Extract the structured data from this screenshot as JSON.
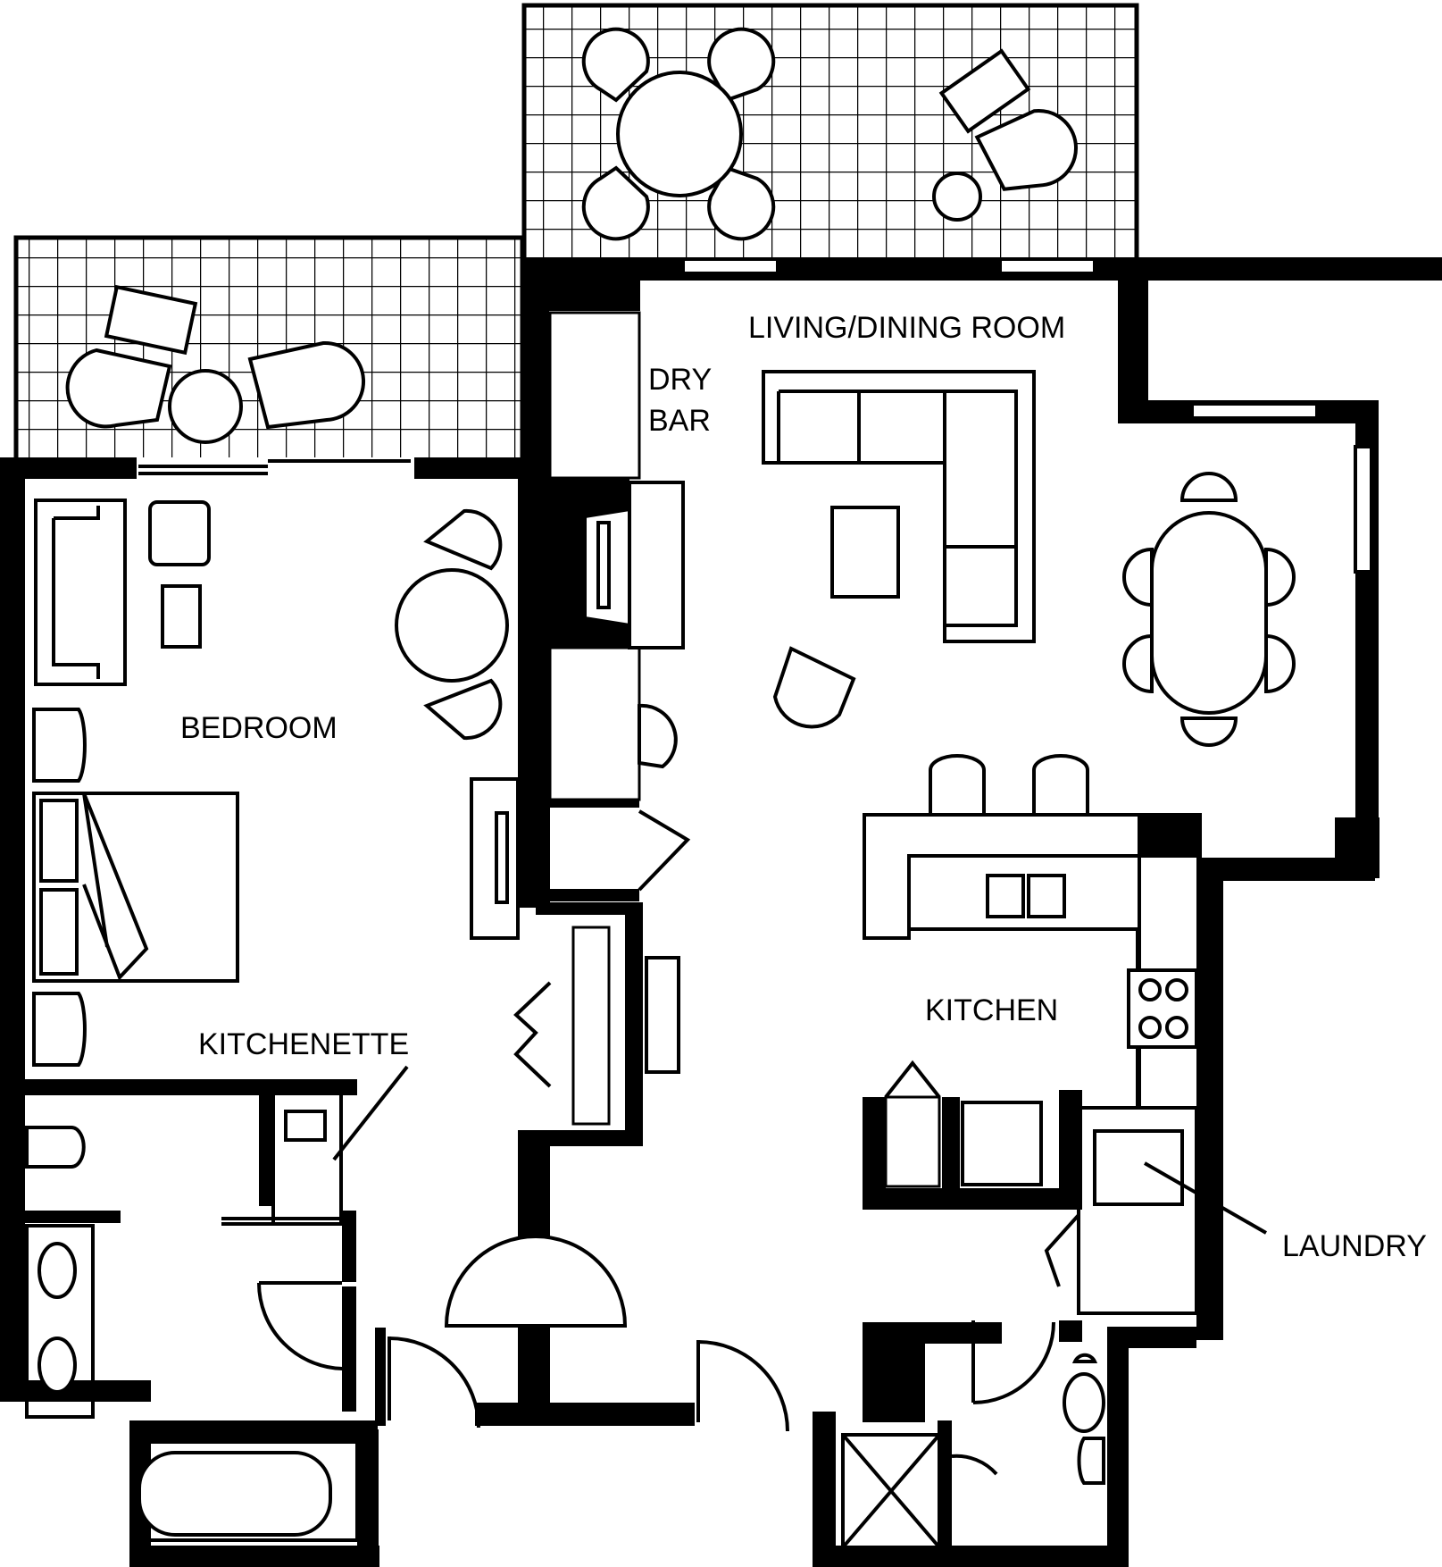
{
  "rooms": {
    "living_dining": "LIVING/DINING ROOM",
    "dry_bar_line1": "DRY",
    "dry_bar_line2": "BAR",
    "bedroom": "BEDROOM",
    "kitchenette": "KITCHENETTE",
    "kitchen": "KITCHEN",
    "laundry": "LAUNDRY"
  }
}
